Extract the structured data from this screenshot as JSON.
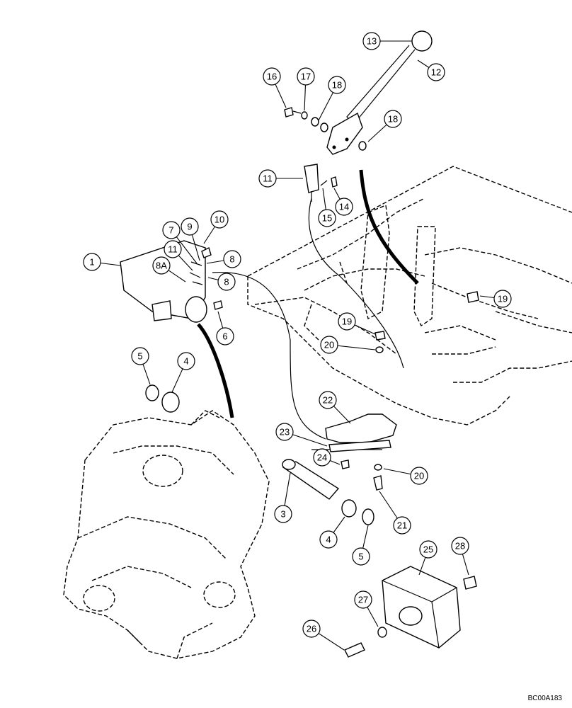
{
  "drawing_code": "BC00A183",
  "callouts": [
    {
      "id": "c13",
      "label": "13"
    },
    {
      "id": "c12",
      "label": "12"
    },
    {
      "id": "c16",
      "label": "16"
    },
    {
      "id": "c17",
      "label": "17"
    },
    {
      "id": "c18a",
      "label": "18"
    },
    {
      "id": "c18b",
      "label": "18"
    },
    {
      "id": "c11a",
      "label": "11"
    },
    {
      "id": "c15",
      "label": "15"
    },
    {
      "id": "c14",
      "label": "14"
    },
    {
      "id": "c10",
      "label": "10"
    },
    {
      "id": "c7",
      "label": "7"
    },
    {
      "id": "c9",
      "label": "9"
    },
    {
      "id": "c11b",
      "label": "11"
    },
    {
      "id": "c8a",
      "label": "8"
    },
    {
      "id": "c8A",
      "label": "8A"
    },
    {
      "id": "c8b",
      "label": "8"
    },
    {
      "id": "c1",
      "label": "1"
    },
    {
      "id": "c6",
      "label": "6"
    },
    {
      "id": "c19a",
      "label": "19"
    },
    {
      "id": "c19b",
      "label": "19"
    },
    {
      "id": "c20a",
      "label": "20"
    },
    {
      "id": "c5a",
      "label": "5"
    },
    {
      "id": "c4a",
      "label": "4"
    },
    {
      "id": "c22",
      "label": "22"
    },
    {
      "id": "c23",
      "label": "23"
    },
    {
      "id": "c24",
      "label": "24"
    },
    {
      "id": "c20b",
      "label": "20"
    },
    {
      "id": "c3",
      "label": "3"
    },
    {
      "id": "c4b",
      "label": "4"
    },
    {
      "id": "c5b",
      "label": "5"
    },
    {
      "id": "c21",
      "label": "21"
    },
    {
      "id": "c25",
      "label": "25"
    },
    {
      "id": "c28",
      "label": "28"
    },
    {
      "id": "c27",
      "label": "27"
    },
    {
      "id": "c26",
      "label": "26"
    }
  ]
}
